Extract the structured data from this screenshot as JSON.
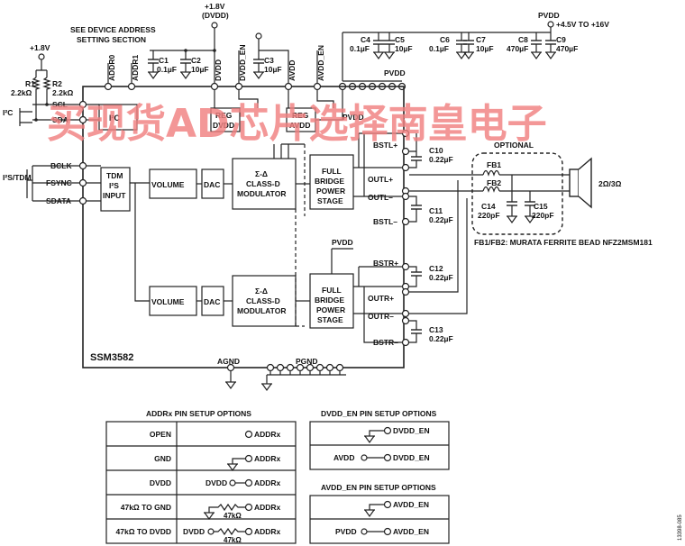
{
  "top": {
    "v18_top": "+1.8V",
    "dvdd_paren": "(DVDD)",
    "address_note_1": "SEE DEVICE ADDRESS",
    "address_note_2": "SETTING SECTION",
    "v18_left": "+1.8V",
    "pvdd_top": "PVDD",
    "range": "+4.5V TO +16V"
  },
  "resistors": {
    "r1": "R1",
    "r1_val": "2.2kΩ",
    "r2": "R2",
    "r2_val": "2.2kΩ"
  },
  "caps": {
    "c1": "C1",
    "c1v": "0.1µF",
    "c2": "C2",
    "c2v": "10µF",
    "c3": "C3",
    "c3v": "10µF",
    "c4": "C4",
    "c4v": "0.1µF",
    "c5": "C5",
    "c5v": "10µF",
    "c6": "C6",
    "c6v": "0.1µF",
    "c7": "C7",
    "c7v": "10µF",
    "c8": "C8",
    "c8v": "470µF",
    "c9": "C9",
    "c9v": "470µF",
    "c10": "C10",
    "c10v": "0.22µF",
    "c11": "C11",
    "c11v": "0.22µF",
    "c12": "C12",
    "c12v": "0.22µF",
    "c13": "C13",
    "c13v": "0.22µF",
    "c14": "C14",
    "c14v": "220pF",
    "c15": "C15",
    "c15v": "220pF"
  },
  "pins": {
    "addr0": "ADDR0",
    "addr1": "ADDR1",
    "dvdd": "DVDD",
    "dvdd_en": "DVDD_EN",
    "avdd": "AVDD",
    "avdd_en": "AVDD_EN",
    "pvdd": "PVDD",
    "pvdd2": "PVDD",
    "pvdd3": "PVDD",
    "scl": "SCL",
    "sda": "SDA",
    "bclk": "BCLK",
    "fsync": "FSYNC",
    "sdata": "SDATA",
    "bstl_p": "BSTL+",
    "outl_p": "OUTL+",
    "outl_m": "OUTL–",
    "bstl_m": "BSTL–",
    "bstr_p": "BSTR+",
    "outr_p": "OUTR+",
    "outr_m": "OUTR–",
    "bstr_m": "BSTR–",
    "agnd": "AGND",
    "pgnd": "PGND"
  },
  "buses": {
    "i2c": "I²C",
    "i2s": "I²S/TDM"
  },
  "blocks": {
    "i2c": "I²C",
    "reg_dvdd_1": "REG",
    "reg_dvdd_2": "DVDD",
    "reg_avdd_1": "REG",
    "reg_avdd_2": "AVDD",
    "tdm_1": "TDM",
    "tdm_2": "I²S",
    "tdm_3": "INPUT",
    "volume": "VOLUME",
    "dac": "DAC",
    "mod_1": "Σ-Δ",
    "mod_2": "CLASS-D",
    "mod_3": "MODULATOR",
    "fb_1": "FULL",
    "fb_2": "BRIDGE",
    "fb_3": "POWER",
    "fb_4": "STAGE"
  },
  "chip": "SSM3582",
  "filter": {
    "optional": "OPTIONAL",
    "fb1": "FB1",
    "fb2": "FB2",
    "note": "FB1/FB2: MURATA FERRITE BEAD NFZ2MSM181"
  },
  "speaker": "2Ω/3Ω",
  "addr_table": {
    "title": "ADDRx PIN SETUP OPTIONS",
    "pin": "ADDRx",
    "rows": [
      {
        "label": "OPEN"
      },
      {
        "label": "GND"
      },
      {
        "label": "DVDD",
        "src": "DVDD"
      },
      {
        "label": "47kΩ TO GND",
        "res": "47kΩ"
      },
      {
        "label": "47kΩ TO DVDD",
        "src": "DVDD",
        "res": "47kΩ"
      }
    ]
  },
  "dvdd_en_table": {
    "title": "DVDD_EN PIN SETUP OPTIONS",
    "pin": "DVDD_EN",
    "src": "AVDD"
  },
  "avdd_en_table": {
    "title": "AVDD_EN PIN SETUP OPTIONS",
    "pin": "AVDD_EN",
    "src": "PVDD"
  },
  "fig_id": "13398-085",
  "watermark": "买现货AD芯片选择南皇电子"
}
